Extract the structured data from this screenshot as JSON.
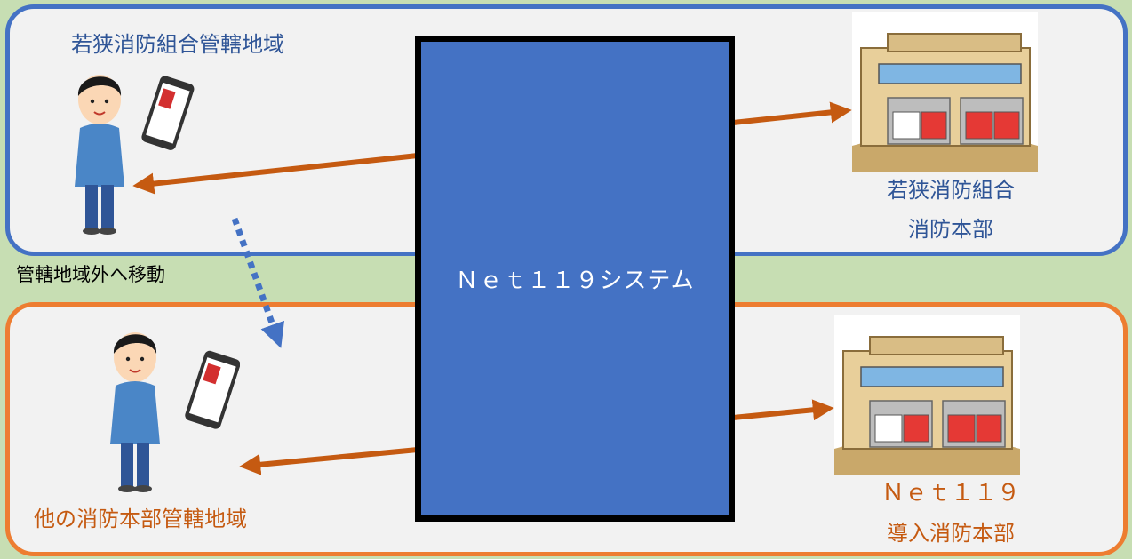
{
  "top_region": {
    "area_label": "若狭消防組合管轄地域",
    "hq_line1": "若狭消防組合",
    "hq_line2": "消防本部"
  },
  "move_label": "管轄地域外へ移動",
  "system_label": "Ｎｅｔ１１９システム",
  "bottom_region": {
    "area_label": "他の消防本部管轄地域",
    "hq_line1": "Ｎｅｔ１１９",
    "hq_line2": "導入消防本部"
  },
  "colors": {
    "background": "#c7deb3",
    "top_border": "#4472c4",
    "bottom_border": "#ed7d31",
    "system_box": "#4472c4",
    "arrow": "#c55a11",
    "dotted_arrow": "#4472c4"
  }
}
